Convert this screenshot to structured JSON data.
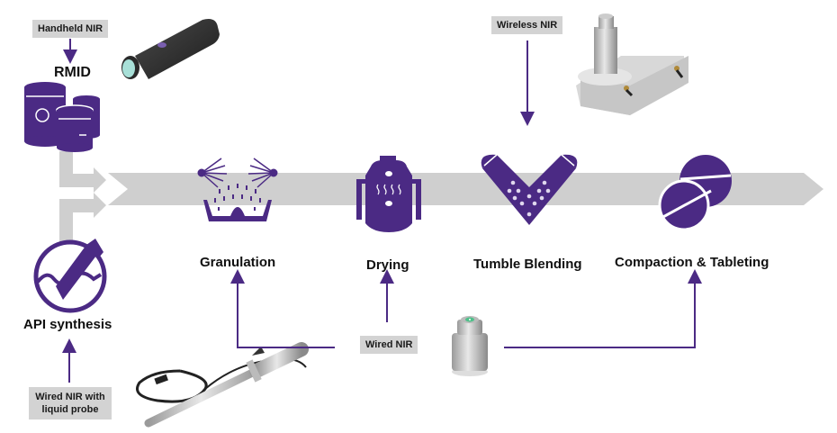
{
  "colors": {
    "purple": "#4b2a84",
    "flow_gray": "#cfcfcf",
    "tag_gray": "#d3d3d3",
    "text": "#111111"
  },
  "sources": {
    "rmid": {
      "label": "RMID",
      "tag": "Handheld NIR"
    },
    "api": {
      "label": "API synthesis",
      "tag_line1": "Wired NIR with",
      "tag_line2": "liquid probe"
    }
  },
  "stages": [
    {
      "id": "granulation",
      "label": "Granulation",
      "icon": "granulation-spray-icon"
    },
    {
      "id": "drying",
      "label": "Drying",
      "icon": "dryer-icon"
    },
    {
      "id": "tumble-blending",
      "label": "Tumble Blending",
      "icon": "v-blender-icon"
    },
    {
      "id": "compaction",
      "label": "Compaction & Tableting",
      "icon": "tablets-icon"
    }
  ],
  "sensors": {
    "wireless": "Wireless NIR",
    "wired": "Wired NIR"
  },
  "devices": {
    "handheld": "handheld-nir-device",
    "wireless": "wireless-nir-device",
    "wired_probe": "wired-liquid-probe-device",
    "wired_sensor": "wired-nir-sensor-device"
  }
}
